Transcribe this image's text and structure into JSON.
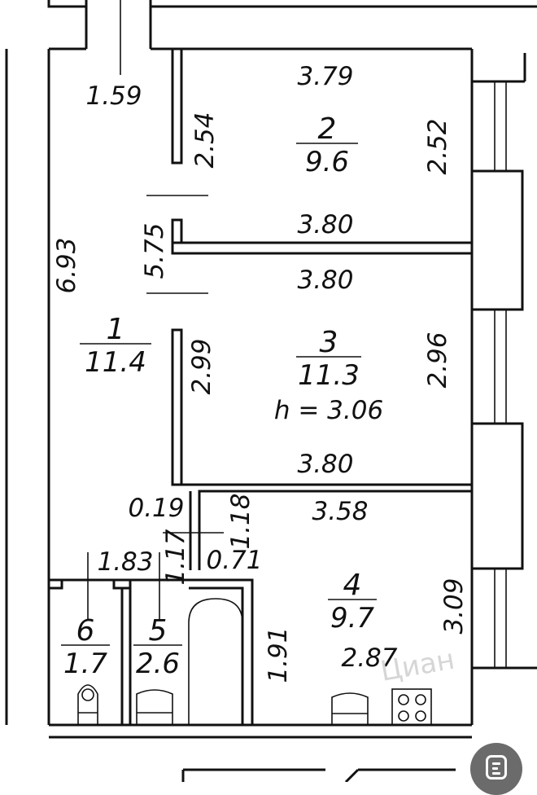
{
  "plan": {
    "dimensions": [
      {
        "id": "corridor-width",
        "text": "1.59"
      },
      {
        "id": "room2-top",
        "text": "3.79"
      },
      {
        "id": "room2-left",
        "text": "2.54"
      },
      {
        "id": "room2-right",
        "text": "2.52"
      },
      {
        "id": "room2-bottom",
        "text": "3.80"
      },
      {
        "id": "hall-segment",
        "text": "5.75"
      },
      {
        "id": "hall-length",
        "text": "6.93"
      },
      {
        "id": "room3-top",
        "text": "3.80"
      },
      {
        "id": "room3-left",
        "text": "2.99"
      },
      {
        "id": "room3-right",
        "text": "2.96"
      },
      {
        "id": "room3-bottom",
        "text": "3.80"
      },
      {
        "id": "passage-width",
        "text": "0.19"
      },
      {
        "id": "room4-top",
        "text": "3.58"
      },
      {
        "id": "wall-118",
        "text": "1.18"
      },
      {
        "id": "wall-117",
        "text": "1.17"
      },
      {
        "id": "wall-071",
        "text": "0.71"
      },
      {
        "id": "wc-bath-width",
        "text": "1.83"
      },
      {
        "id": "room4-right",
        "text": "3.09"
      },
      {
        "id": "room4-left",
        "text": "1.91"
      },
      {
        "id": "room4-bottom",
        "text": "2.87"
      }
    ],
    "rooms": [
      {
        "id": "room-1",
        "number": "1",
        "area": "11.4"
      },
      {
        "id": "room-2",
        "number": "2",
        "area": "9.6"
      },
      {
        "id": "room-3",
        "number": "3",
        "area": "11.3",
        "height": "h = 3.06"
      },
      {
        "id": "room-4",
        "number": "4",
        "area": "9.7"
      },
      {
        "id": "room-5",
        "number": "5",
        "area": "2.6"
      },
      {
        "id": "room-6",
        "number": "6",
        "area": "1.7"
      }
    ],
    "watermark": "Циан"
  },
  "colors": {
    "line": "#111111",
    "background": "#ffffff",
    "button": "#6b6b6b"
  },
  "viewer_button": {
    "icon": "document-scan-icon"
  }
}
